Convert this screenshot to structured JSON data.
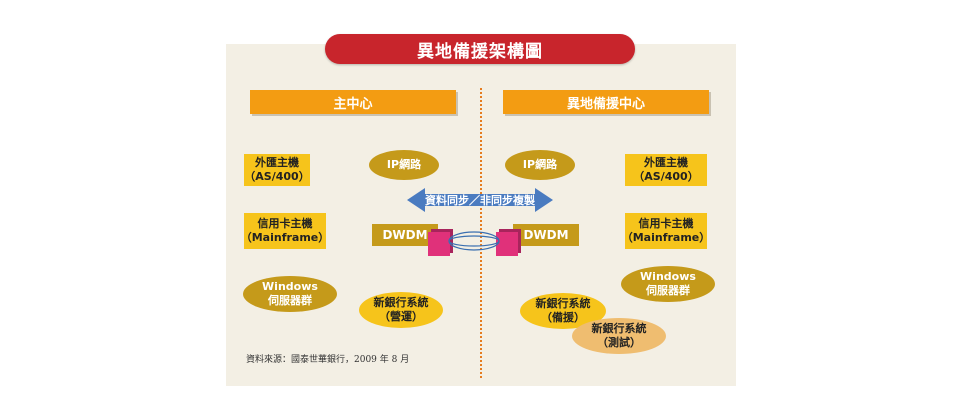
{
  "title": "異地備援架構圖",
  "sections": {
    "left": "主中心",
    "right": "異地備援中心"
  },
  "left": {
    "forex": {
      "line1": "外匯主機",
      "line2": "（AS/400）"
    },
    "credit": {
      "line1": "信用卡主機",
      "line2": "（Mainframe）"
    },
    "windows": {
      "line1": "Windows",
      "line2": "伺服器群"
    },
    "ip": "IP網路",
    "dwdm": "DWDM",
    "newbank": {
      "line1": "新銀行系統",
      "line2": "（營運）"
    }
  },
  "right": {
    "ip": "IP網路",
    "dwdm": "DWDM",
    "forex": {
      "line1": "外匯主機",
      "line2": "（AS/400）"
    },
    "credit": {
      "line1": "信用卡主機",
      "line2": "（Mainframe）"
    },
    "windows": {
      "line1": "Windows",
      "line2": "伺服器群"
    },
    "newbank_backup": {
      "line1": "新銀行系統",
      "line2": "（備援）"
    },
    "newbank_test": {
      "line1": "新銀行系統",
      "line2": "（測試）"
    }
  },
  "sync_arrow": "資料同步／非同步複製",
  "source": "資料來源：國泰世華銀行，2009 年 8 月",
  "colors": {
    "title_bg": "#c8252c",
    "section_bg": "#f39c12",
    "box_yellow": "#f6c41b",
    "oval_dark": "#c59a1a",
    "oval_peach": "#efbd70",
    "arrow_blue": "#4a7bc0",
    "cube_pink": "#e0317a",
    "divider": "#e57c1f"
  }
}
